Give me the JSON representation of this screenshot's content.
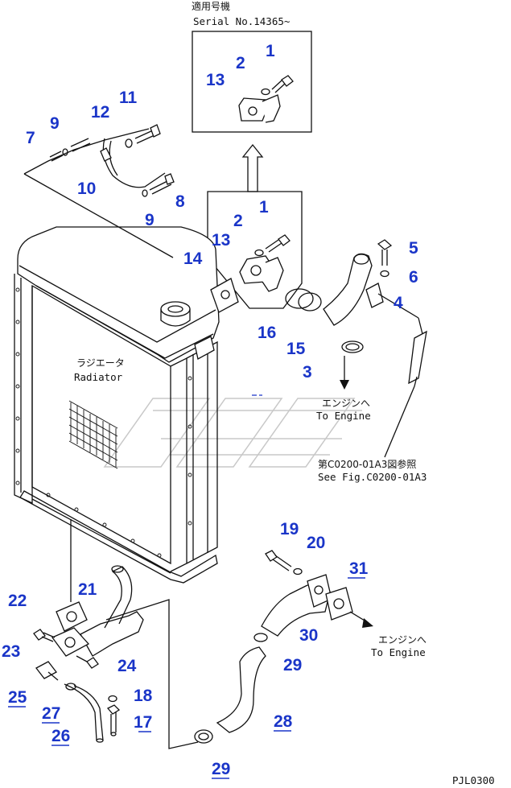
{
  "serial_note": {
    "line1": "適用号機",
    "line2": "Serial No.14365~"
  },
  "radiator_label": {
    "jp": "ラジエータ",
    "en": "Radiator"
  },
  "to_engine_upper": {
    "jp": "エンジンへ",
    "en": "To Engine"
  },
  "see_fig": {
    "jp": "第C0200-01A3図参照",
    "en": "See Fig.C0200-01A3"
  },
  "to_engine_lower": {
    "jp": "エンジンへ",
    "en": "To Engine"
  },
  "drawing_code": "PJL0300",
  "callouts": {
    "c1a": "1",
    "c2a": "2",
    "c13a": "13",
    "c1b": "1",
    "c2b": "2",
    "c13b": "13",
    "c7": "7",
    "c9a": "9",
    "c12": "12",
    "c11": "11",
    "c10": "10",
    "c9b": "9",
    "c8": "8",
    "c14": "14",
    "c5": "5",
    "c6": "6",
    "c4": "4",
    "c16": "16",
    "c15": "15",
    "c3": "3",
    "c19": "19",
    "c20": "20",
    "c31": "31",
    "c30": "30",
    "c29a": "29",
    "c22": "22",
    "c21": "21",
    "c23": "23",
    "c24": "24",
    "c25": "25",
    "c18": "18",
    "c27": "27",
    "c17": "17",
    "c26": "26",
    "c28": "28",
    "c29b": "29"
  },
  "colors": {
    "callout": "#1a35c8",
    "line": "#111111",
    "background": "#ffffff"
  }
}
